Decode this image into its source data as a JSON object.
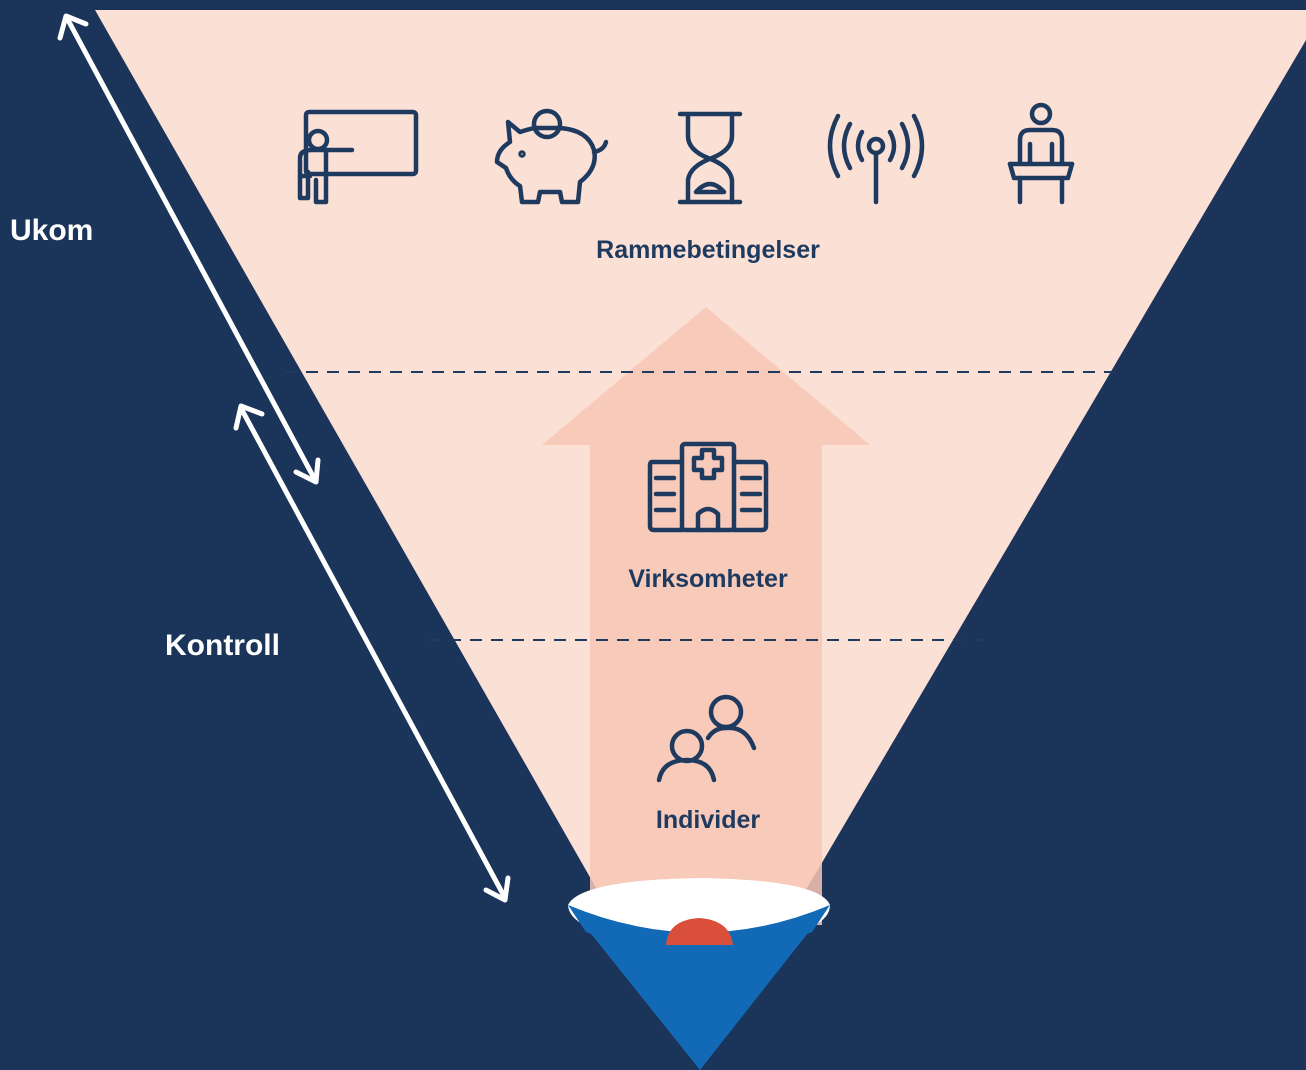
{
  "labels": {
    "ukom": "Ukom",
    "kontroll": "Kontroll",
    "rammebetingelser": "Rammebetingelser",
    "virksomheter": "Virksomheter",
    "individer": "Individer"
  },
  "icons": {
    "top_row": [
      "teacher-board-icon",
      "piggy-bank-icon",
      "hourglass-icon",
      "antenna-icon",
      "person-at-desk-icon"
    ],
    "middle": "hospital-icon",
    "bottom": "people-icon"
  },
  "colors": {
    "background": "#1b3459",
    "funnel": "#fbe0d6",
    "arrow": "#f7c6b5",
    "text": "#1f3a5f",
    "cup_blue": "#1269b5",
    "dot_red": "#d94f3a"
  }
}
